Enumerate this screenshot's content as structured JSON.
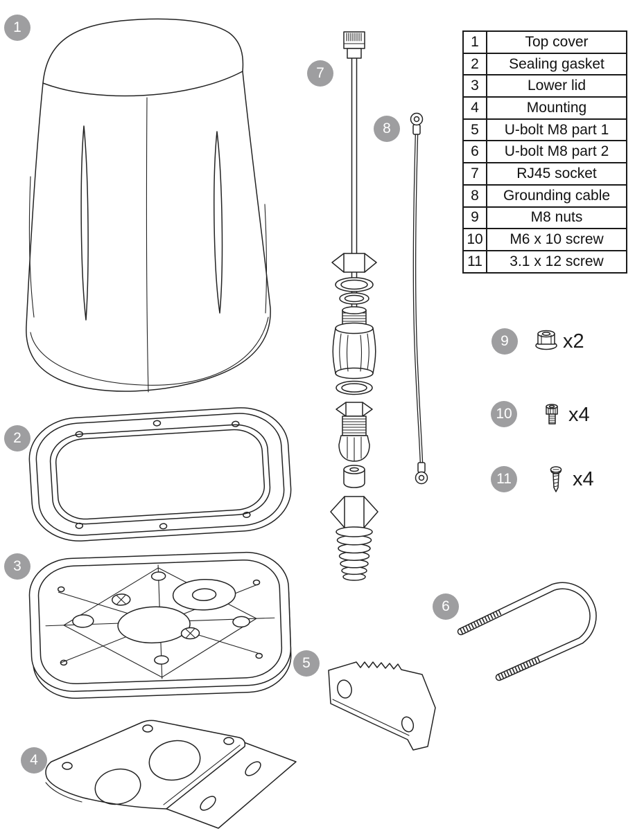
{
  "parts_table": {
    "rows": [
      {
        "num": "1",
        "name": "Top cover"
      },
      {
        "num": "2",
        "name": "Sealing gasket"
      },
      {
        "num": "3",
        "name": "Lower lid"
      },
      {
        "num": "4",
        "name": "Mounting"
      },
      {
        "num": "5",
        "name": "U-bolt M8 part 1"
      },
      {
        "num": "6",
        "name": "U-bolt M8 part 2"
      },
      {
        "num": "7",
        "name": "RJ45 socket"
      },
      {
        "num": "8",
        "name": "Grounding cable"
      },
      {
        "num": "9",
        "name": "M8 nuts"
      },
      {
        "num": "10",
        "name": "M6 x 10 screw"
      },
      {
        "num": "11",
        "name": "3.1 x 12 screw"
      }
    ]
  },
  "hardware": {
    "m8_nuts": {
      "qty": "x2"
    },
    "m6_screws": {
      "qty": "x4"
    },
    "tapping_screws": {
      "qty": "x4"
    }
  },
  "colors": {
    "badge_bg": "#9e9ea0",
    "badge_text": "#ffffff",
    "line": "#222222"
  }
}
